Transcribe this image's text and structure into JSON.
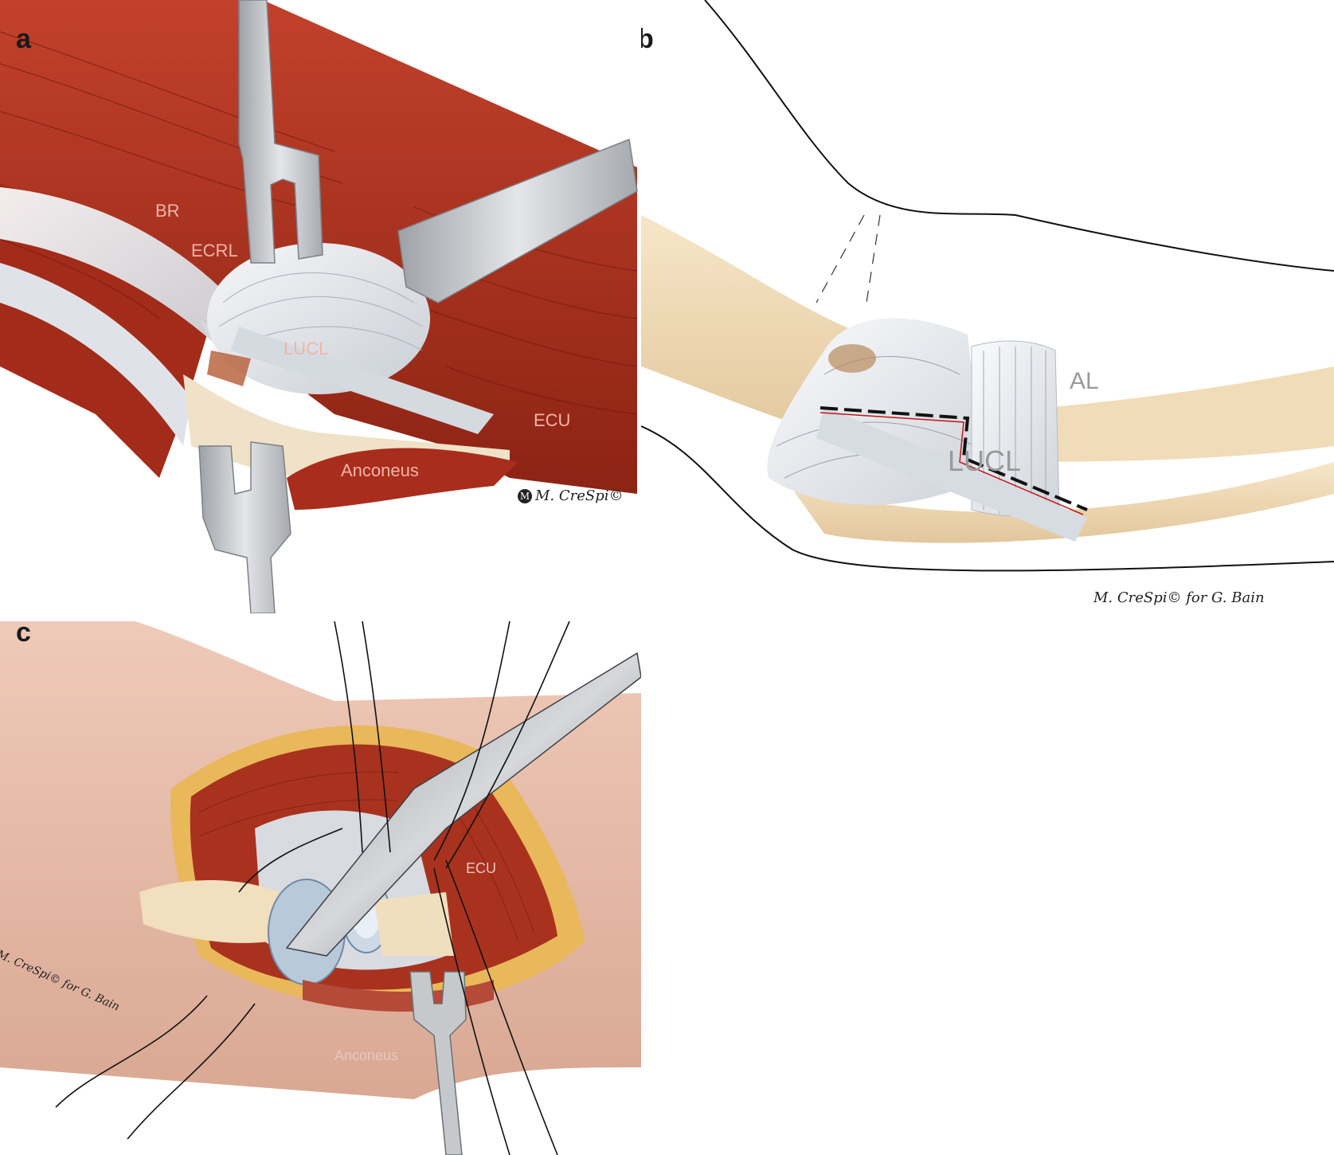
{
  "panels": {
    "a": {
      "letter": "a",
      "labels": {
        "br": "BR",
        "ecrl": "ECRL",
        "lucl": "LUCL",
        "ecu": "ECU",
        "anconeus": "Anconeus"
      },
      "credit": "M. CreSpi©"
    },
    "b": {
      "letter": "b",
      "labels": {
        "al": "AL",
        "lucl": "LUCL"
      },
      "credit": "M. CreSpi© for G. Bain"
    },
    "c": {
      "letter": "c",
      "labels": {
        "ecu": "ECU",
        "anconeus": "Anconeus"
      },
      "credit": "M. CreSpi© for G. Bain"
    }
  },
  "colors": {
    "muscle": "#b0321f",
    "muscle_dark": "#7e1e12",
    "ligament": "#e6e8ec",
    "bone": "#f1dfc0",
    "retractor": "#c9cbce",
    "skin": "#e4b9a6",
    "fat": "#efc06a",
    "cartilage": "#b8c9da"
  }
}
